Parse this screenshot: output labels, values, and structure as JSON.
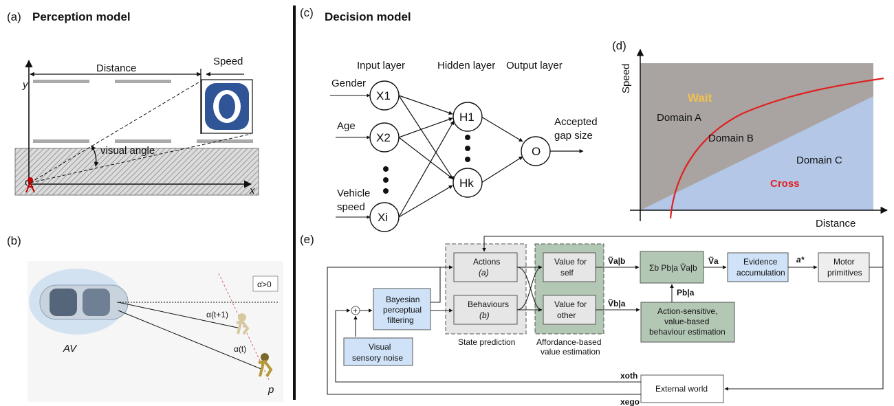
{
  "panels": {
    "a": {
      "tag": "(a)",
      "title": "Perception model",
      "distance": "Distance",
      "speed": "Speed",
      "y": "y",
      "x": "x",
      "origin": "o",
      "angle": "visual angle"
    },
    "b": {
      "tag": "(b)",
      "av": "AV",
      "alpha_dot": "α̇>0",
      "alpha_t1": "α(t+1)",
      "alpha_t": "α(t)",
      "p": "p"
    },
    "c": {
      "tag": "(c)",
      "title": "Decision model",
      "layers": [
        "Input layer",
        "Hidden layer",
        "Output layer"
      ],
      "inputs": [
        "Gender",
        "Age",
        "Vehicle",
        "speed"
      ],
      "nodes_in": [
        "X1",
        "X2",
        "Xi"
      ],
      "nodes_hidden": [
        "H1",
        "Hk"
      ],
      "node_out": "O",
      "output": [
        "Accepted",
        "gap size"
      ]
    },
    "d": {
      "tag": "(d)",
      "ylabel": "Speed",
      "xlabel": "Distance",
      "wait": "Wait",
      "cross": "Cross",
      "domains": [
        "Domain A",
        "Domain B",
        "Domain C"
      ],
      "colors": {
        "wait": "#f2c14e",
        "cross": "#e02020",
        "grey": "#a9a4a1",
        "blue": "#b4c7e7"
      }
    },
    "e": {
      "tag": "(e)",
      "actions": "Actions",
      "actions_sym": "(a)",
      "behaviours": "Behaviours",
      "behaviours_sym": "(b)",
      "state_prediction": "State prediction",
      "value_self": [
        "Value for",
        "self"
      ],
      "value_other": [
        "Value for",
        "other"
      ],
      "affordance": [
        "Affordance-based",
        "value estimation"
      ],
      "bayesian": [
        "Bayesian",
        "perceptual",
        "filtering"
      ],
      "visual_noise": [
        "Visual",
        "sensory noise"
      ],
      "evidence": [
        "Evidence",
        "accumulation"
      ],
      "motor": [
        "Motor",
        "primitives"
      ],
      "action_sensitive": [
        "Action-sensitive,",
        "value-based",
        "behaviour estimation"
      ],
      "external": "External world",
      "v_ab": "Ṽa|b",
      "v_ba": "Ṽb|a",
      "v_a": "Ṽa",
      "a_star": "a*",
      "p_ba": "Pb|a",
      "sum": "Σb Pb|a Ṽa|b",
      "x_oth": "xoth",
      "x_ego": "xego",
      "plus": "+"
    }
  }
}
